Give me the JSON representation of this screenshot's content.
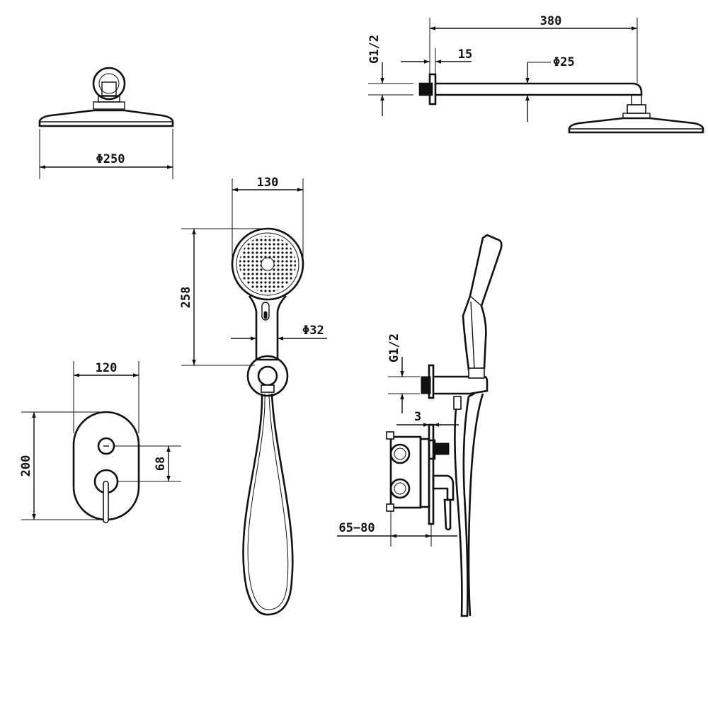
{
  "colors": {
    "line": "#111111",
    "background": "#ffffff"
  },
  "dimensions": {
    "head_diameter": "Φ250",
    "arm_length": "380",
    "arm_wall_offset": "15",
    "arm_diameter": "Φ25",
    "arm_thread": "G1/2",
    "hand_width": "130",
    "hand_length": "258",
    "handle_diameter": "Φ32",
    "plate_width": "120",
    "plate_height": "200",
    "knob_spacing": "68",
    "outlet_thread": "G1/2",
    "plate_offset": "3",
    "install_depth": "65−80"
  }
}
